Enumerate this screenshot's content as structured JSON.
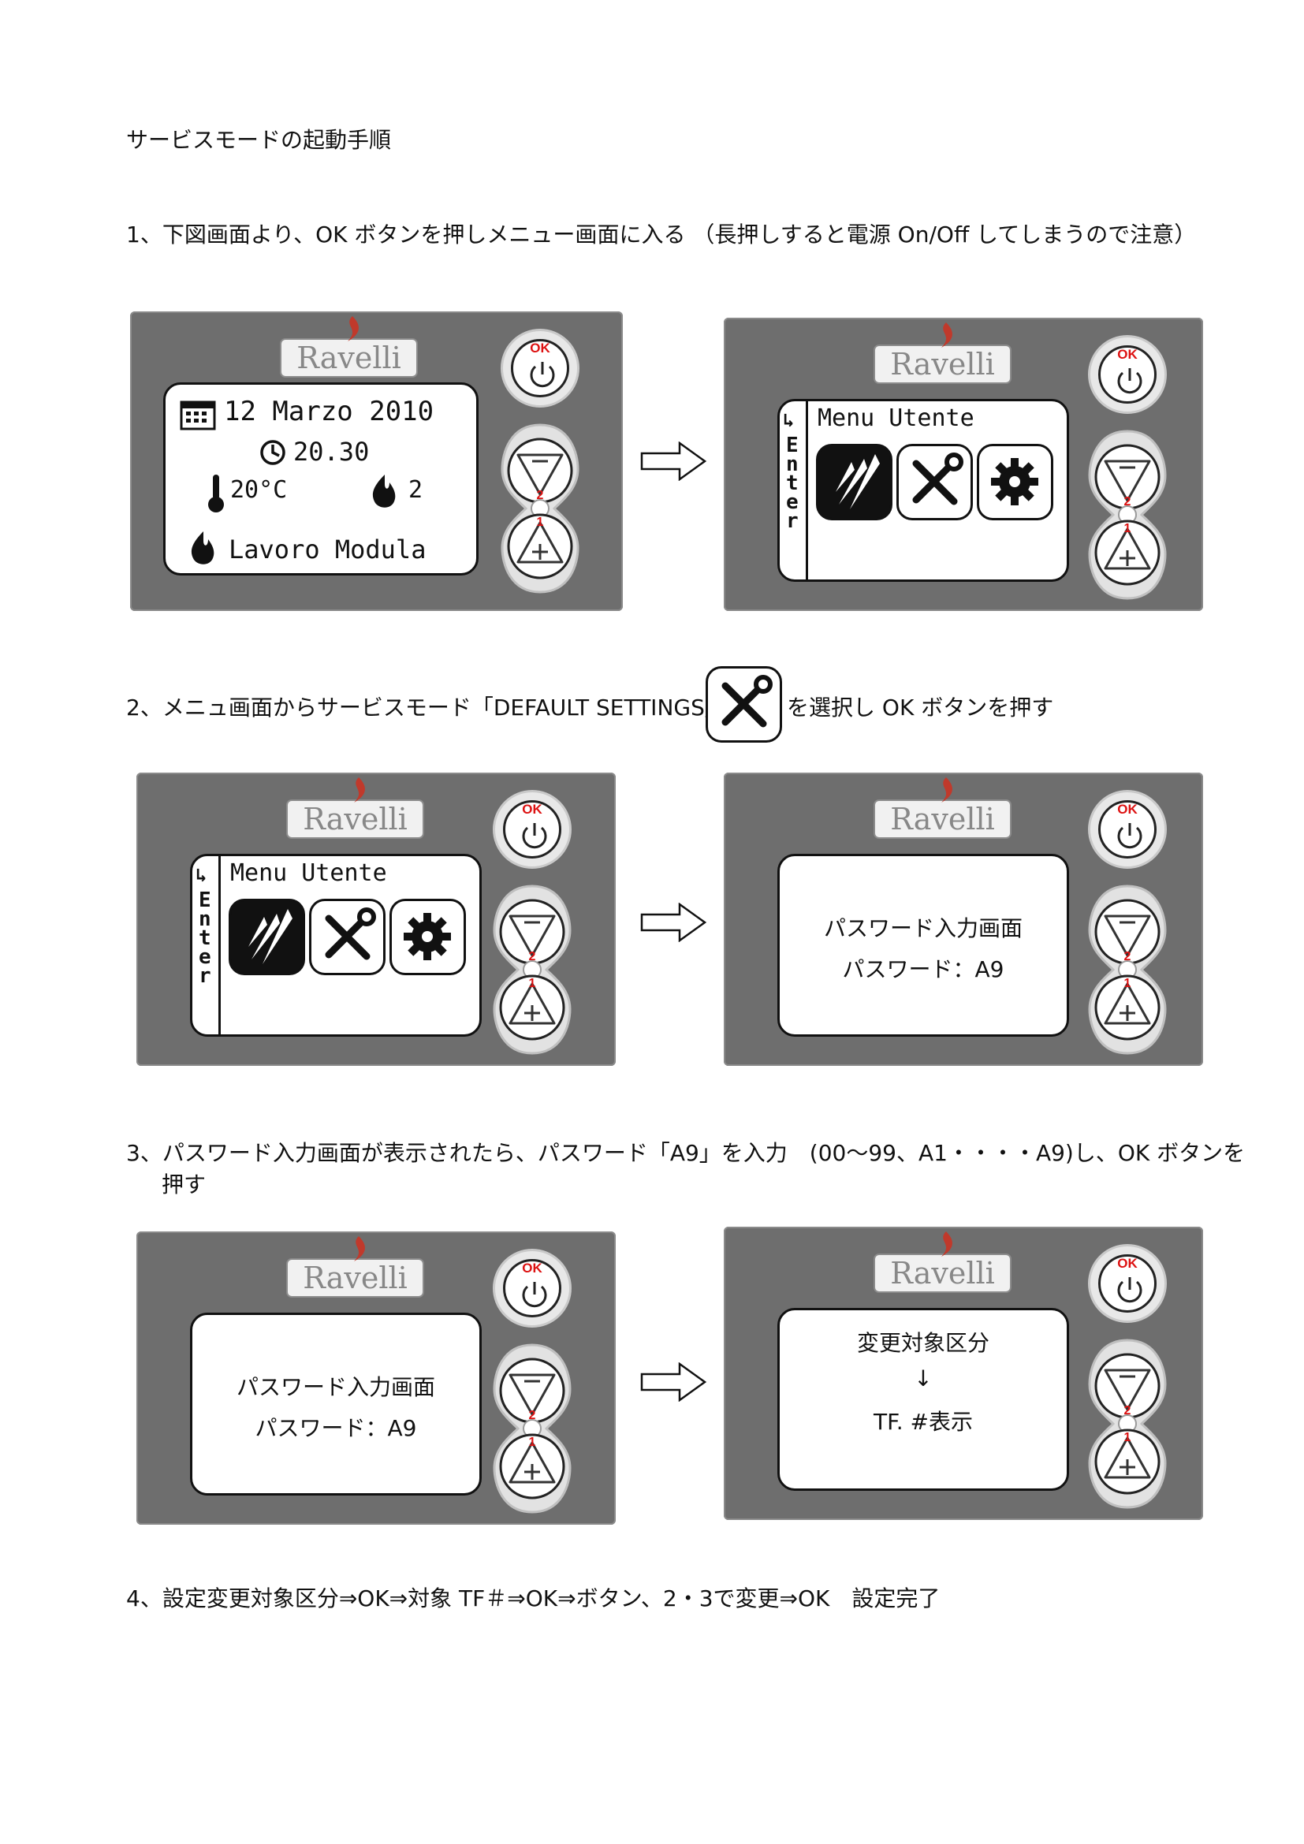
{
  "doc": {
    "title": "サービスモードの起動手順",
    "step1": "1、下図画面より、OK ボタンを押しメニュー画面に入る （長押しすると電源 On/Off してしまうので注意）",
    "step2_pre": "2、メニュ画面からサービスモード「DEFAULT SETTINGS」",
    "step2_post": "を選択し OK ボタンを押す",
    "step3_line1": "3、パスワード入力画面が表示されたら、パスワード「A9」を入力　(00～99、A1・・・・A9)し、OK ボタンを",
    "step3_line2": "押す",
    "step4": "4、設定変更対象区分⇒OK⇒対象 TF＃⇒OK⇒ボタン、2・3で変更⇒OK　設定完了"
  },
  "device": {
    "brand": "Ravelli",
    "ok_label": "OK",
    "minus_num": "2",
    "plus_num": "1",
    "minus_icon": "minus-icon",
    "plus_icon": "plus-icon",
    "power_icon": "power-icon"
  },
  "home_screen": {
    "date": "12 Marzo 2010",
    "time": "20.30",
    "temp": "20°C",
    "power_level": "2",
    "status": "Lavoro Modula"
  },
  "menu_screen": {
    "title": "Menu Utente",
    "enter_label": "Enter",
    "icons": [
      "flame-stripes-icon",
      "wrench-screwdriver-icon",
      "gear-icon"
    ]
  },
  "password_screen": {
    "line1": "パスワード入力画面",
    "line2": "パスワード：A9"
  },
  "category_screen": {
    "line1": "変更対象区分",
    "line2": "↓",
    "line3": "TF. #表示"
  },
  "colors": {
    "panel": "#6e6e6e",
    "ok_red": "#dd1111",
    "logo_flame": "#c0392b"
  }
}
